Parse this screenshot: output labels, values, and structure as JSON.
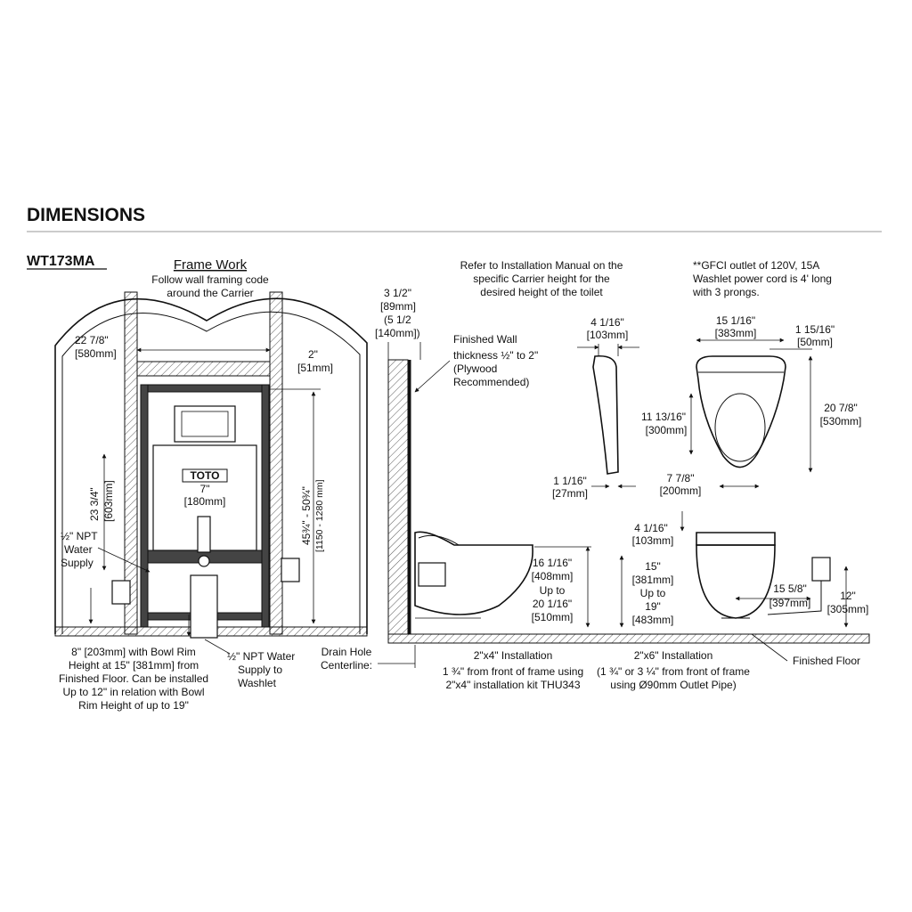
{
  "header": {
    "title": "DIMENSIONS",
    "model": "WT173MA"
  },
  "frame_work": {
    "title": "Frame Work",
    "note": [
      "Follow wall framing code",
      "around the Carrier"
    ],
    "brand": "TOTO"
  },
  "front_dims": {
    "width": [
      "22 7/8\"",
      "[580mm]"
    ],
    "top": [
      "2\"",
      "[51mm]"
    ],
    "height": [
      "45¾\" - 50¾\"",
      "[1150 - 1280 mm]"
    ],
    "supply_height": [
      "23 3/4\"",
      "[603mm]"
    ],
    "outlet": [
      "7\"",
      "[180mm]"
    ],
    "npt_water_supply": [
      "½\" NPT",
      "Water",
      "Supply"
    ],
    "washlet_supply": [
      "½\" NPT Water",
      "Supply to",
      "Washlet"
    ],
    "bowl_note": [
      "8\" [203mm] with Bowl Rim",
      "Height at 15\" [381mm]  from",
      "Finished Floor. Can be installed",
      "Up to 12\" in relation with Bowl",
      "Rim Height of up to 19\""
    ]
  },
  "side_dims": {
    "wall": [
      "3 1/2\"",
      "[89mm]",
      "(5 1/2",
      "[140mm])"
    ],
    "finished_wall": [
      "Finished Wall",
      "thickness ½\" to 2\"",
      "(Plywood",
      "Recommended)"
    ],
    "drain": [
      "Drain Hole",
      "Centerline:"
    ],
    "rim_height": [
      "16 1/16\"",
      "[408mm]",
      "Up to",
      "20 1/16\"",
      "[510mm]"
    ],
    "install_2x4": [
      "2\"x4\" Installation",
      "1 ¾\" from front of frame using",
      "2\"x4\" installation kit THU343"
    ],
    "install_2x6": [
      "2\"x6\" Installation",
      "(1 ¾\" or 3 ¼\" from front of frame",
      "using Ø90mm Outlet Pipe)"
    ]
  },
  "seat_dims": {
    "manual_note": [
      "Refer to Installation Manual on the",
      "specific Carrier height for the",
      "desired height of the toilet"
    ],
    "gfci_note": [
      "**GFCI outlet of 120V, 15A",
      "Washlet power cord is 4' long",
      "with 3 prongs."
    ],
    "side_top": [
      "4 1/16\"",
      "[103mm]"
    ],
    "side_bottom": [
      "1 1/16\"",
      "[27mm]"
    ],
    "plan_width": [
      "15 1/16\"",
      "[383mm]"
    ],
    "plan_lip": [
      "1 15/16\"",
      "[50mm]"
    ],
    "plan_length": [
      "20 7/8\"",
      "[530mm]"
    ],
    "plan_bowl": [
      "11 13/16\"",
      "[300mm]"
    ],
    "plan_base": [
      "7 7/8\"",
      "[200mm]"
    ]
  },
  "elev_dims": {
    "seat_height": [
      "4 1/16\"",
      "[103mm]"
    ],
    "rim": [
      "15\"",
      "[381mm]",
      "Up to",
      "19\"",
      "[483mm]"
    ],
    "outlet_offset": [
      "15 5/8\"",
      "[397mm]"
    ],
    "outlet_height": [
      "12\"",
      "[305mm]"
    ],
    "floor": "Finished Floor"
  }
}
